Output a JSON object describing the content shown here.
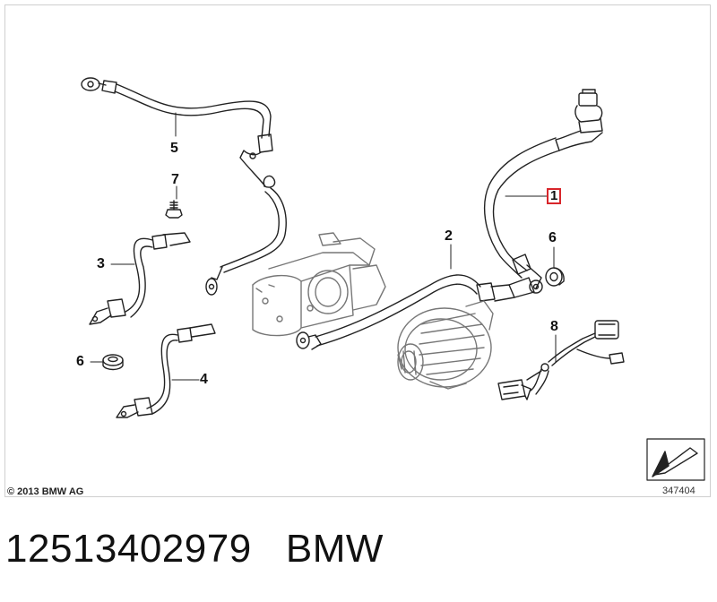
{
  "callouts": {
    "c1": "1",
    "c2": "2",
    "c3": "3",
    "c4": "4",
    "c5": "5",
    "c6a": "6",
    "c6b": "6",
    "c7": "7",
    "c8": "8"
  },
  "highlight_color": "#d8262b",
  "copyright": "© 2013 BMW AG",
  "diagram_number": "347404",
  "footer": {
    "part_number": "12513402979",
    "brand": "BMW"
  }
}
